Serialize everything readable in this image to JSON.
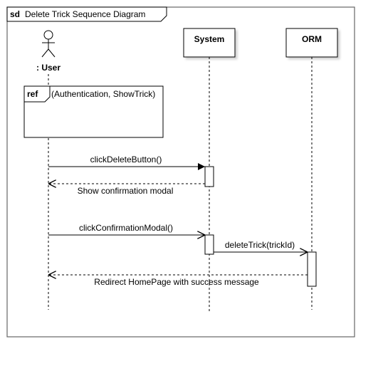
{
  "frame": {
    "keyword": "sd",
    "title": "Delete Trick Sequence Diagram"
  },
  "participants": [
    {
      "id": "user",
      "label": ": User",
      "kind": "actor"
    },
    {
      "id": "system",
      "label": "System",
      "kind": "box"
    },
    {
      "id": "orm",
      "label": "ORM",
      "kind": "box"
    }
  ],
  "ref": {
    "keyword": "ref",
    "text": "(Authentication, ShowTrick)"
  },
  "messages": [
    {
      "label": "clickDeleteButton()",
      "from": "user",
      "to": "system",
      "kind": "sync"
    },
    {
      "label": "Show confirmation modal",
      "from": "system",
      "to": "user",
      "kind": "return"
    },
    {
      "label": "clickConfirmationModal()",
      "from": "user",
      "to": "system",
      "kind": "async"
    },
    {
      "label": "deleteTrick(trickId)",
      "from": "system",
      "to": "orm",
      "kind": "async"
    },
    {
      "label": "Redirect HomePage with success message",
      "from": "orm",
      "to": "user",
      "kind": "return"
    }
  ]
}
